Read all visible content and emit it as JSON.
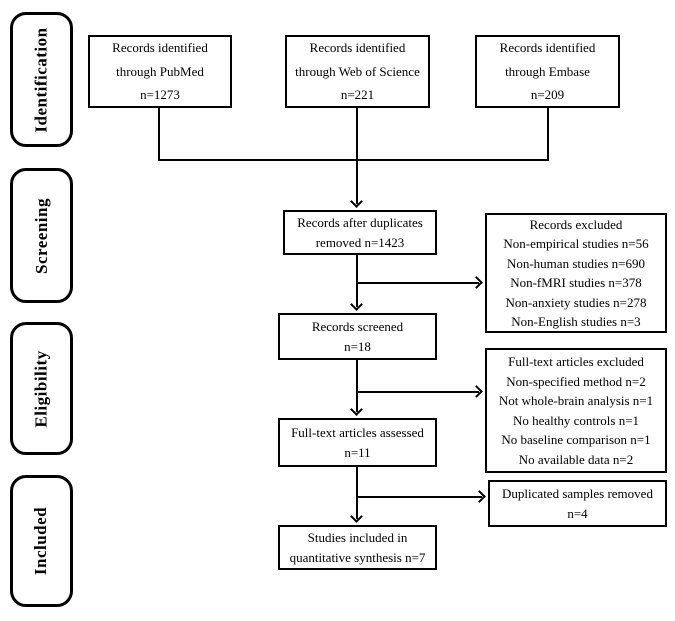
{
  "stages": [
    {
      "label": "Identification"
    },
    {
      "label": "Screening"
    },
    {
      "label": "Eligibility"
    },
    {
      "label": "Included"
    }
  ],
  "flow": {
    "sources": [
      {
        "text": "Records identified\nthrough PubMed\nn=1273"
      },
      {
        "text": "Records identified\nthrough Web of Science\nn=221"
      },
      {
        "text": "Records identified\nthrough Embase\nn=209"
      }
    ],
    "duplicates_removed": {
      "text": "Records after duplicates\nremoved n=1423"
    },
    "screened": {
      "text": "Records screened\nn=18"
    },
    "assessed": {
      "text": "Full-text articles assessed\nn=11"
    },
    "included": {
      "text": "Studies included in\nquantitative synthesis n=7"
    },
    "records_excluded": {
      "text": "Records excluded\nNon-empirical studies n=56\nNon-human studies n=690\nNon-fMRI studies n=378\nNon-anxiety studies n=278\nNon-English studies n=3"
    },
    "fulltext_excluded": {
      "text": "Full-text articles excluded\nNon-specified method n=2\nNot whole-brain analysis n=1\nNo healthy controls n=1\nNo baseline comparison n=1\nNo available data n=2"
    },
    "duplicated_samples": {
      "text": "Duplicated samples removed\nn=4"
    }
  },
  "colors": {
    "line": "#000000",
    "background": "#ffffff",
    "text": "#000000"
  }
}
